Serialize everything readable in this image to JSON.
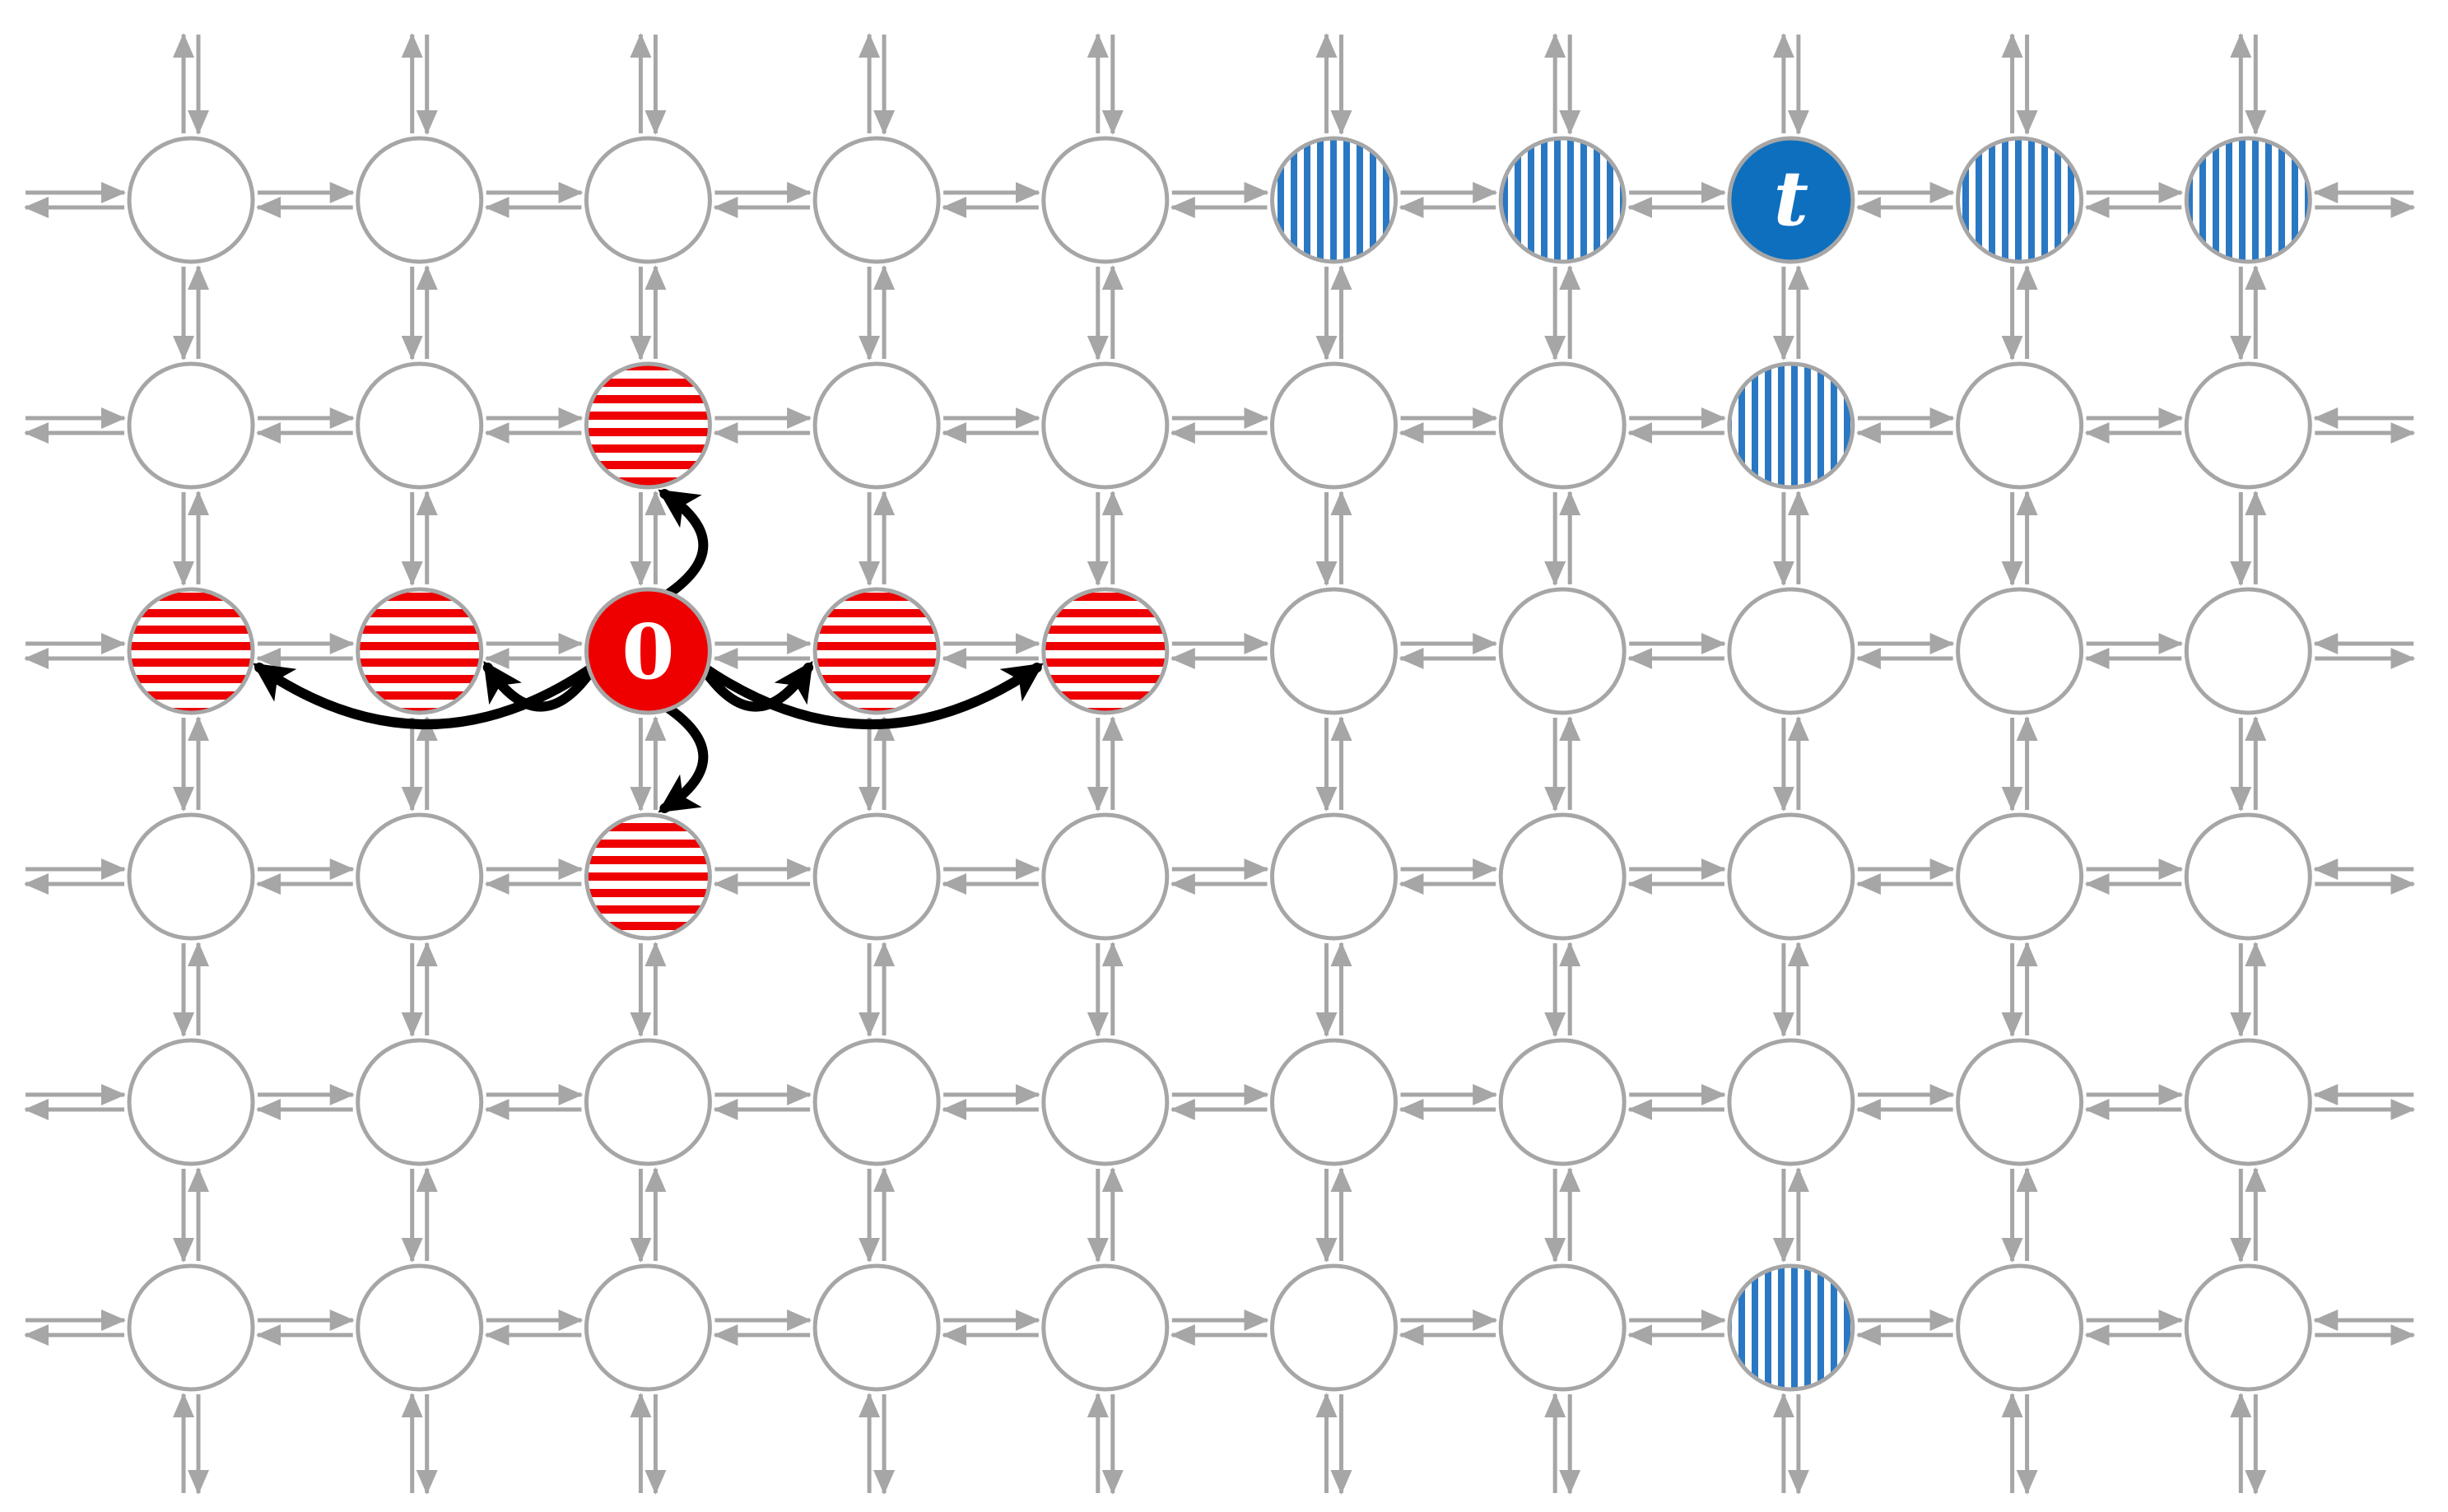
{
  "grid": {
    "rows": 6,
    "cols": 10
  },
  "colors": {
    "link": "#a6a6a6",
    "node_border": "#a6a6a6",
    "node_fill": "#ffffff",
    "origin_fill": "#ee0000",
    "origin_hatch": "#ee0000",
    "target_fill": "#0e6fbf",
    "target_hatch": "#2a78c4",
    "jump_arrow": "#000000"
  },
  "origin": {
    "row": 2,
    "col": 2,
    "label": "0"
  },
  "target": {
    "row": 0,
    "col": 7,
    "label": "t"
  },
  "origin_neighbors": [
    {
      "row": 1,
      "col": 2
    },
    {
      "row": 2,
      "col": 0
    },
    {
      "row": 2,
      "col": 1
    },
    {
      "row": 2,
      "col": 3
    },
    {
      "row": 2,
      "col": 4
    },
    {
      "row": 3,
      "col": 2
    }
  ],
  "target_neighbors": [
    {
      "row": 0,
      "col": 5
    },
    {
      "row": 0,
      "col": 6
    },
    {
      "row": 0,
      "col": 8
    },
    {
      "row": 0,
      "col": 9
    },
    {
      "row": 1,
      "col": 7
    },
    {
      "row": 5,
      "col": 7
    }
  ]
}
